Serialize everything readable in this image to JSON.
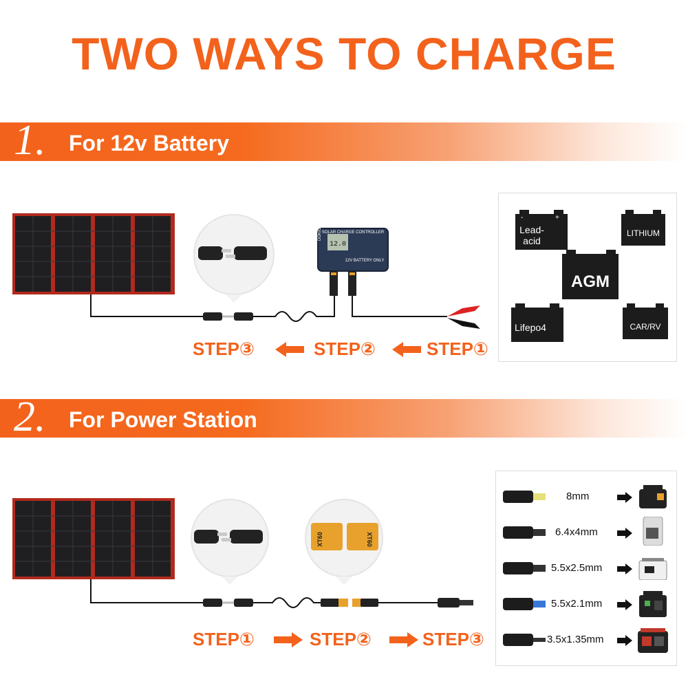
{
  "title": "TWO WAYS TO CHARGE",
  "section1": {
    "number": "1.",
    "label": "For 12v Battery",
    "steps": [
      "STEP③",
      "STEP②",
      "STEP①"
    ],
    "controller": {
      "brand": "DOKIO",
      "header": "SOLAR CHARGE CONTROLLER",
      "display": "12.0",
      "note": "12V BATTERY ONLY"
    },
    "batteries": [
      "Lead-\nacid",
      "LITHIUM",
      "AGM",
      "Lifepo4",
      "CAR/RV"
    ]
  },
  "section2": {
    "number": "2.",
    "label": "For Power Station",
    "steps": [
      "STEP①",
      "STEP②",
      "STEP③"
    ],
    "connector": {
      "left": "XT60",
      "right": "XT60"
    },
    "adapters": [
      "8mm",
      "6.4x4mm",
      "5.5x2.5mm",
      "5.5x2.1mm",
      "3.5x1.35mm"
    ]
  },
  "colors": {
    "accent": "#f3621c",
    "panel_frame": "#b22a1d",
    "panel_cell": "#1f1f22"
  },
  "icons": [
    "solar-panel-icon",
    "sae-connector-icon",
    "charge-controller-icon",
    "alligator-clip-icon",
    "battery-icon",
    "arrow-left-icon",
    "arrow-right-icon",
    "xt60-connector-icon",
    "dc-plug-icon",
    "power-station-icon"
  ]
}
